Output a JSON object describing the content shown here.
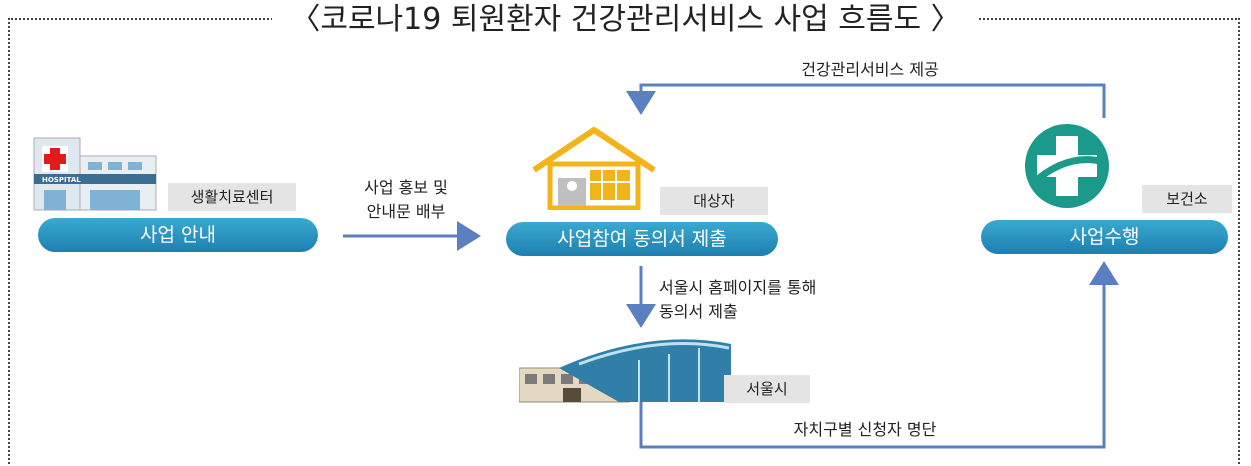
{
  "title": "〈코로나19 퇴원환자 건강관리서비스 사업 흐름도 〉",
  "nodes": {
    "hospital": {
      "tag": "생활치료센터",
      "pill": "사업 안내"
    },
    "target": {
      "tag": "대상자",
      "pill": "사업참여 동의서 제출"
    },
    "health_center": {
      "tag": "보건소",
      "pill": "사업수행"
    },
    "city": {
      "tag": "서울시"
    }
  },
  "icons": {
    "hospital": "hospital-icon",
    "target": "house-icon",
    "health_center": "health-cross-icon",
    "city": "city-hall-icon"
  },
  "hospital_sign": "HOSPITAL",
  "edges": {
    "promo": {
      "line1": "사업 홍보 및",
      "line2": "안내문 배부"
    },
    "submit": {
      "line1": "서울시 홈페이지를 통해",
      "line2": "동의서 제출"
    },
    "service": "건강관리서비스 제공",
    "list": "자치구별 신청자 명단"
  },
  "colors": {
    "pill": "#2a93c2",
    "arrow": "#5b80bf",
    "tag": "#e4e4e4"
  }
}
